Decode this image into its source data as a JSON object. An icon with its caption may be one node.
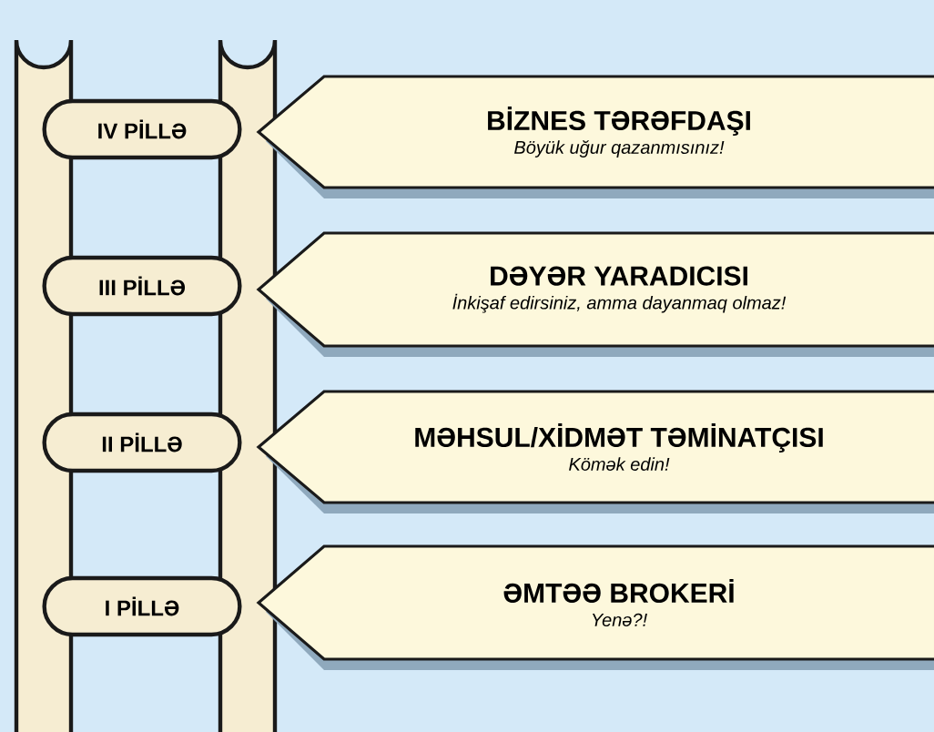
{
  "diagram": {
    "nodes": [
      {
        "text": [
          "IV PİLLƏ"
        ]
      },
      {
        "text": [
          "BİZNES TƏRƏFDAŞI",
          "Böyük uğur qazanmısınız!"
        ]
      },
      {
        "text": [
          "III PİLLƏ"
        ]
      },
      {
        "text": [
          "DƏYƏR YARADICISI",
          "İnkişaf edirsiniz, amma dayanmaq olmaz!"
        ]
      },
      {
        "text": [
          "II PİLLƏ"
        ]
      },
      {
        "text": [
          "MƏHSUL/XİDMƏT TƏMİNATÇISI",
          "Kömək edin!"
        ]
      },
      {
        "text": [
          "I PİLLƏ"
        ]
      },
      {
        "text": [
          "ƏMTƏƏ BROKERİ",
          "Yenə?!"
        ]
      }
    ]
  }
}
